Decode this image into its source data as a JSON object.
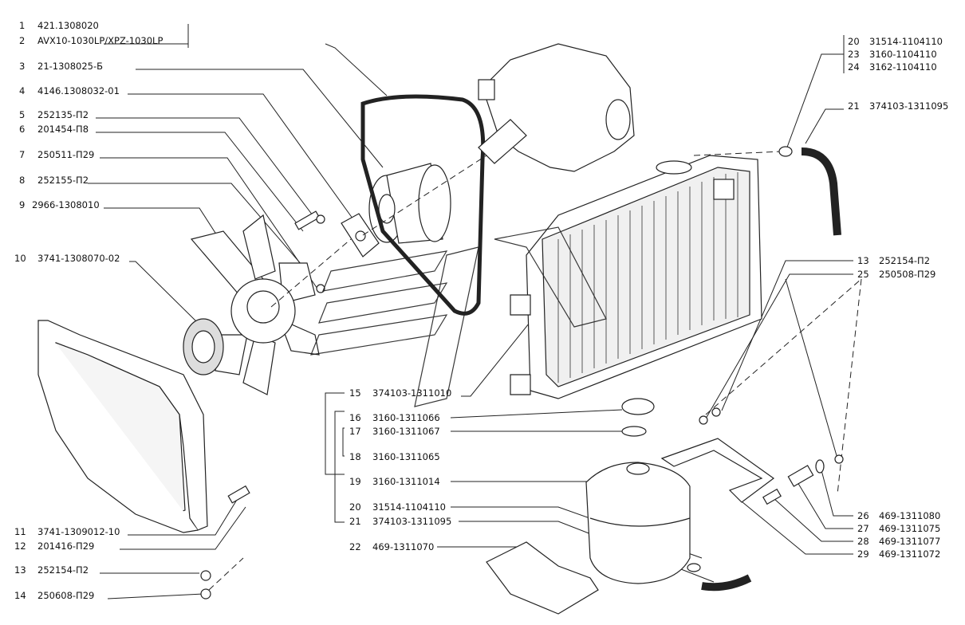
{
  "labels_left": [
    {
      "num": "1",
      "code": "421.1308020"
    },
    {
      "num": "2",
      "code": "AVX10-1030LP/XPZ-1030LP"
    },
    {
      "num": "3",
      "code": "21-1308025-Б"
    },
    {
      "num": "4",
      "code": "4146.1308032-01"
    },
    {
      "num": "5",
      "code": "252135-П2"
    },
    {
      "num": "6",
      "code": "201454-П8"
    },
    {
      "num": "7",
      "code": "250511-П29"
    },
    {
      "num": "8",
      "code": "252155-П2"
    },
    {
      "num": "9",
      "code": "2966-1308010"
    },
    {
      "num": "10",
      "code": "3741-1308070-02"
    },
    {
      "num": "11",
      "code": "3741-1309012-10"
    },
    {
      "num": "12",
      "code": "201416-П29"
    },
    {
      "num": "13",
      "code": "252154-П2"
    },
    {
      "num": "14",
      "code": "250608-П29"
    }
  ],
  "labels_center": [
    {
      "num": "15",
      "code": "374103-1311010"
    },
    {
      "num": "16",
      "code": "3160-1311066"
    },
    {
      "num": "17",
      "code": "3160-1311067"
    },
    {
      "num": "18",
      "code": "3160-1311065"
    },
    {
      "num": "19",
      "code": "3160-1311014"
    },
    {
      "num": "20",
      "code": "31514-1104110"
    },
    {
      "num": "21",
      "code": "374103-1311095"
    },
    {
      "num": "22",
      "code": "469-1311070"
    }
  ],
  "labels_right": [
    {
      "num": "20",
      "code": "31514-1104110"
    },
    {
      "num": "23",
      "code": "3160-1104110"
    },
    {
      "num": "24",
      "code": "3162-1104110"
    },
    {
      "num": "21",
      "code": "374103-1311095"
    },
    {
      "num": "13",
      "code": "252154-П2"
    },
    {
      "num": "25",
      "code": "250508-П29"
    },
    {
      "num": "26",
      "code": "469-1311080"
    },
    {
      "num": "27",
      "code": "469-1311075"
    },
    {
      "num": "28",
      "code": "469-1311077"
    },
    {
      "num": "29",
      "code": "469-1311072"
    }
  ]
}
